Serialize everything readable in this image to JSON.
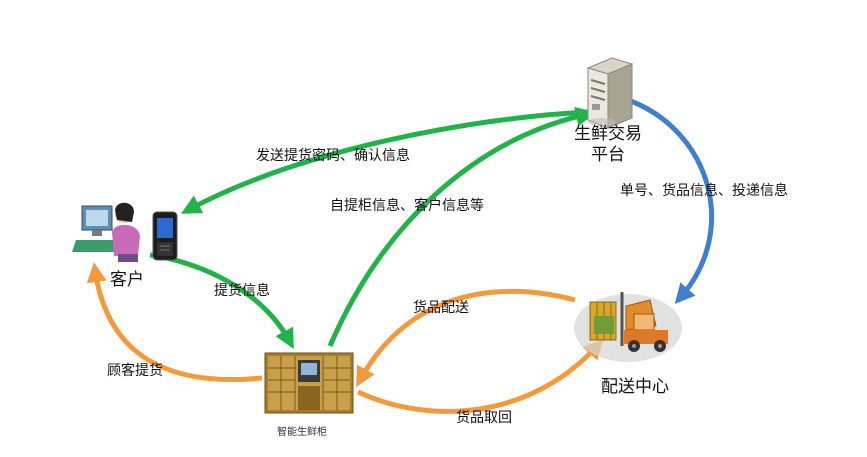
{
  "nodes": {
    "platform": "生鲜交易\n平台",
    "customer": "客户",
    "locker": "智能生鲜柜",
    "center": "配送中心"
  },
  "edges": {
    "send_code": "发送提货密码、确认信息",
    "locker_info": "自提柜信息、客户信息等",
    "order_info": "单号、货品信息、投递信息",
    "pickup_info": "提货信息",
    "goods_delivery": "货品配送",
    "customer_pickup": "顾客提货",
    "goods_retrieve": "货品取回"
  },
  "colors": {
    "green": "#22b24a",
    "blue": "#3f7fd0",
    "orange": "#f39a3c"
  }
}
